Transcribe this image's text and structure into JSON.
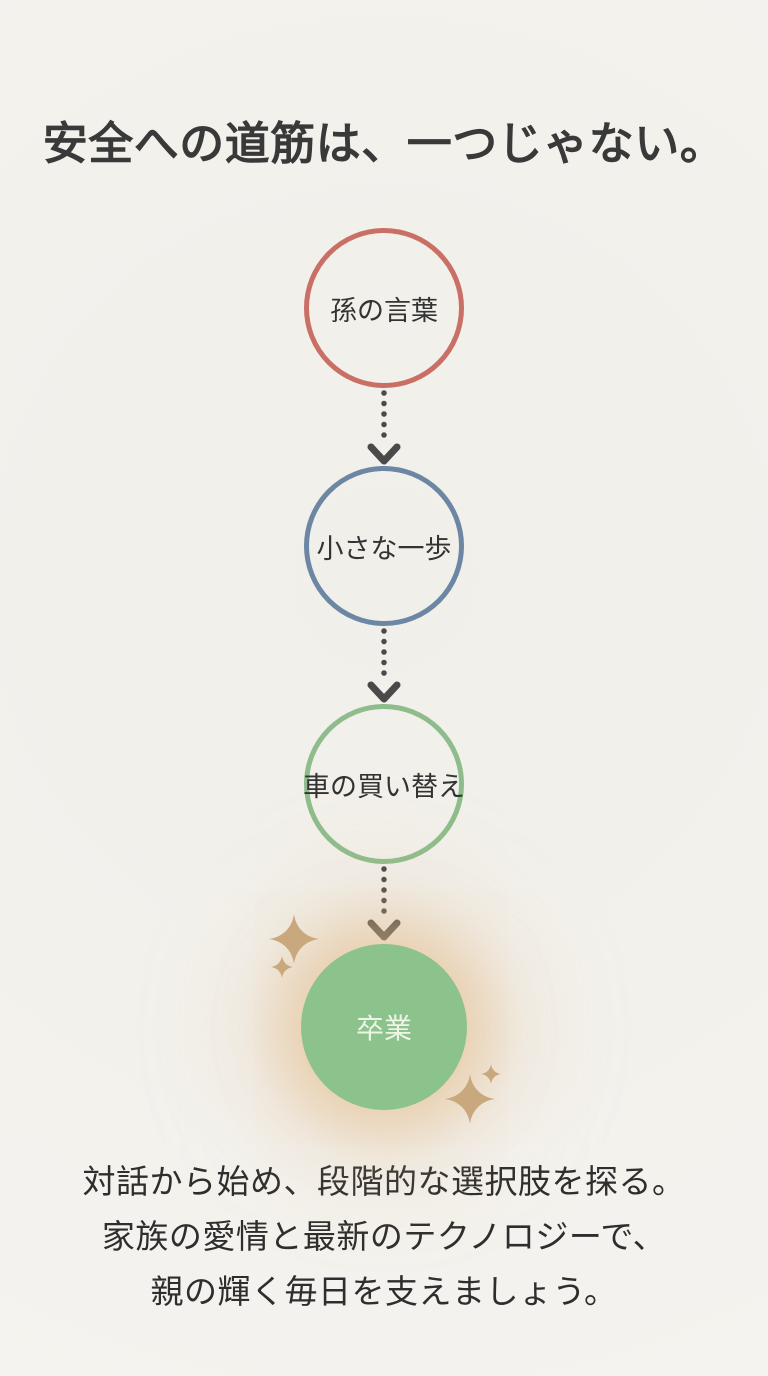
{
  "page": {
    "title": "安全への道筋は、一つじゃない。",
    "footer_lines": [
      "対話から始め、段階的な選択肢を探る。",
      "家族の愛情と最新のテクノロジーで、",
      "親の輝く毎日を支えましょう。"
    ]
  },
  "flow": {
    "steps": [
      {
        "label": "孫の言葉",
        "type": "outline",
        "color": "#c96f65"
      },
      {
        "label": "小さな一歩",
        "type": "outline",
        "color": "#6d86a4"
      },
      {
        "label": "車の買い替え",
        "type": "outline",
        "color": "#8fbc8c"
      },
      {
        "label": "卒業",
        "type": "filled",
        "color": "#8cc28c",
        "text_color": "#eef5e6",
        "glow_color": "#e2b987"
      }
    ],
    "arrow_color": "#4a4a4a",
    "sparkle_color": "#c9a87e"
  },
  "icons": {
    "arrow": "dotted-arrow-down",
    "sparkle": "four-point-star"
  },
  "colors": {
    "background": "#f3f1ec",
    "title_text": "#393939",
    "body_text": "#2e2e2e",
    "label_text": "#333333"
  }
}
